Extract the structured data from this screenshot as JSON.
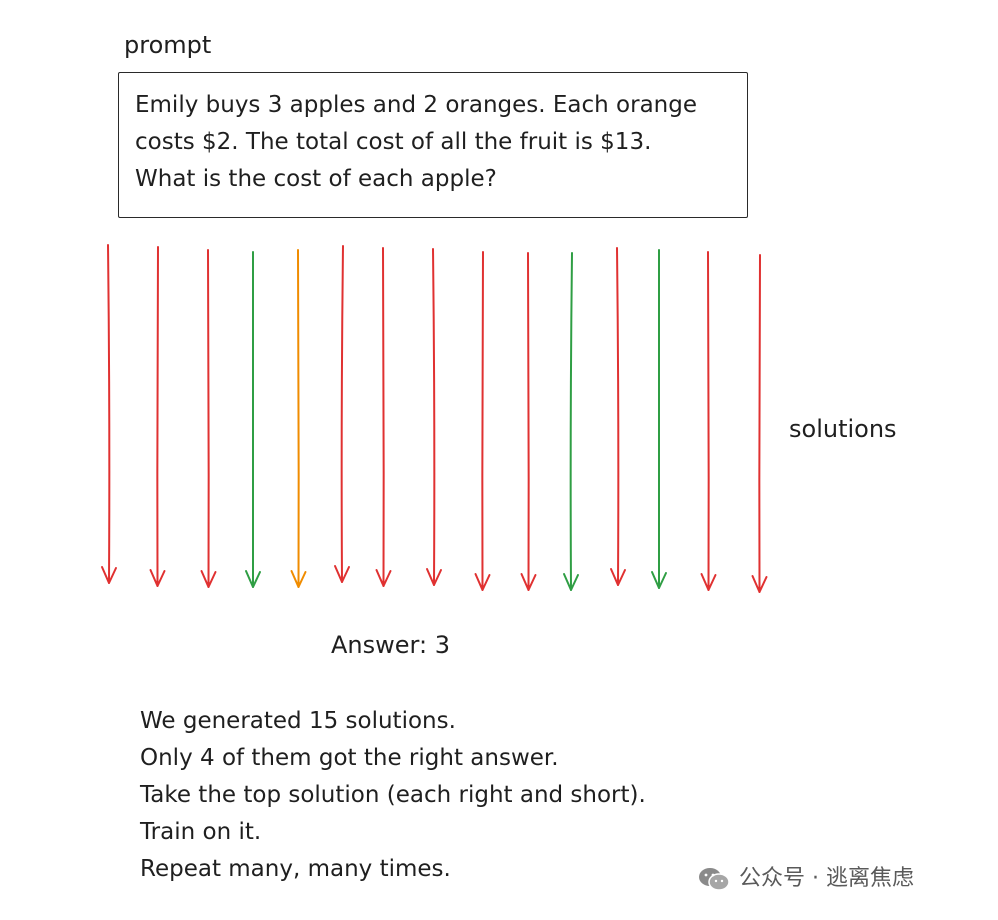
{
  "prompt": {
    "label": "prompt",
    "lines": [
      "Emily buys 3 apples and 2 oranges. Each orange",
      "costs $2. The total cost of all the fruit is $13.",
      "What is the cost of each apple?"
    ]
  },
  "solutions": {
    "label": "solutions",
    "arrows": [
      {
        "status": "wrong"
      },
      {
        "status": "wrong"
      },
      {
        "status": "wrong"
      },
      {
        "status": "right"
      },
      {
        "status": "partial"
      },
      {
        "status": "wrong"
      },
      {
        "status": "wrong"
      },
      {
        "status": "wrong"
      },
      {
        "status": "wrong"
      },
      {
        "status": "wrong"
      },
      {
        "status": "right"
      },
      {
        "status": "wrong"
      },
      {
        "status": "right"
      },
      {
        "status": "wrong"
      },
      {
        "status": "wrong"
      }
    ]
  },
  "answer": {
    "label": "Answer: 3"
  },
  "notes": [
    "We generated 15 solutions.",
    "Only 4 of them got the right answer.",
    "Take the top solution (each right and short).",
    "Train on it.",
    "Repeat many, many times."
  ],
  "watermark": {
    "text": "公众号 · 逃离焦虑",
    "icon": "wechat-icon"
  },
  "colors": {
    "wrong": "#e03131",
    "right": "#2f9e44",
    "partial": "#f08c00",
    "text": "#1f1f1f",
    "box_border": "#2a2a2a"
  }
}
